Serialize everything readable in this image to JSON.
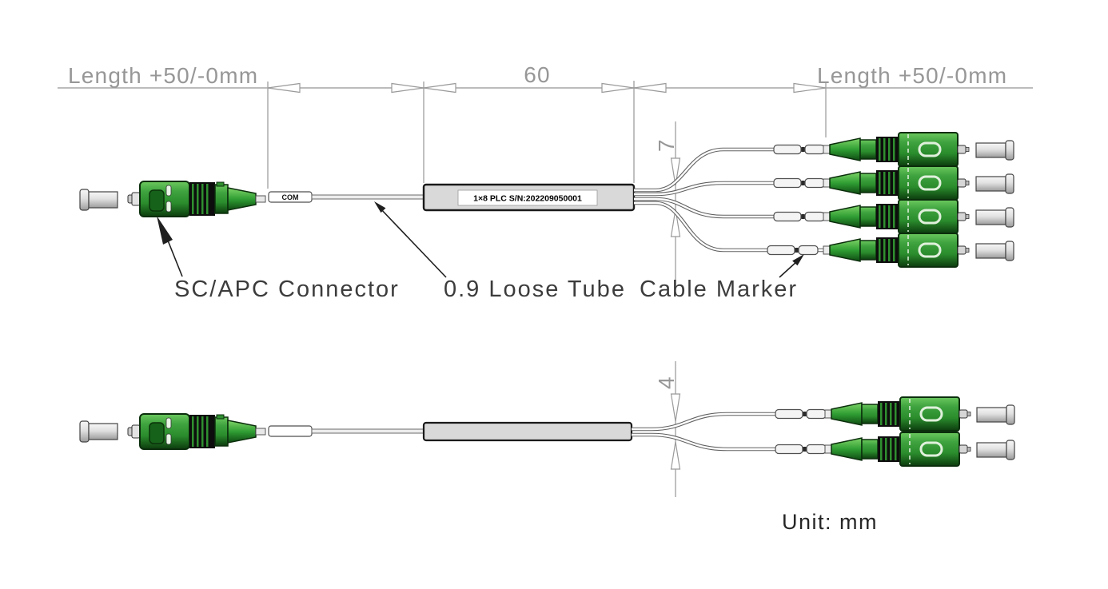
{
  "dimensions": {
    "left_length": "Length +50/-0mm",
    "splitter_length": "60",
    "right_length": "Length +50/-0mm",
    "fanout_spread_top": "7",
    "fanout_spread_bottom": "4"
  },
  "callouts": {
    "connector": "SC/APC Connector",
    "loose_tube": "0.9 Loose Tube",
    "cable_marker": "Cable Marker"
  },
  "splitter": {
    "label": "1×8 PLC S/N:202209050001"
  },
  "input_cable_marker_text": "COM",
  "unit_note": "Unit: mm",
  "colors": {
    "connector_green": "#2f9231",
    "connector_green_dark": "#0c3c0e",
    "dimension_gray": "#9a9a9a",
    "splitter_body_gray": "#d9d9d9",
    "leader_black": "#1f1f1f",
    "dust_cap_gray": "#e0e0e0"
  }
}
